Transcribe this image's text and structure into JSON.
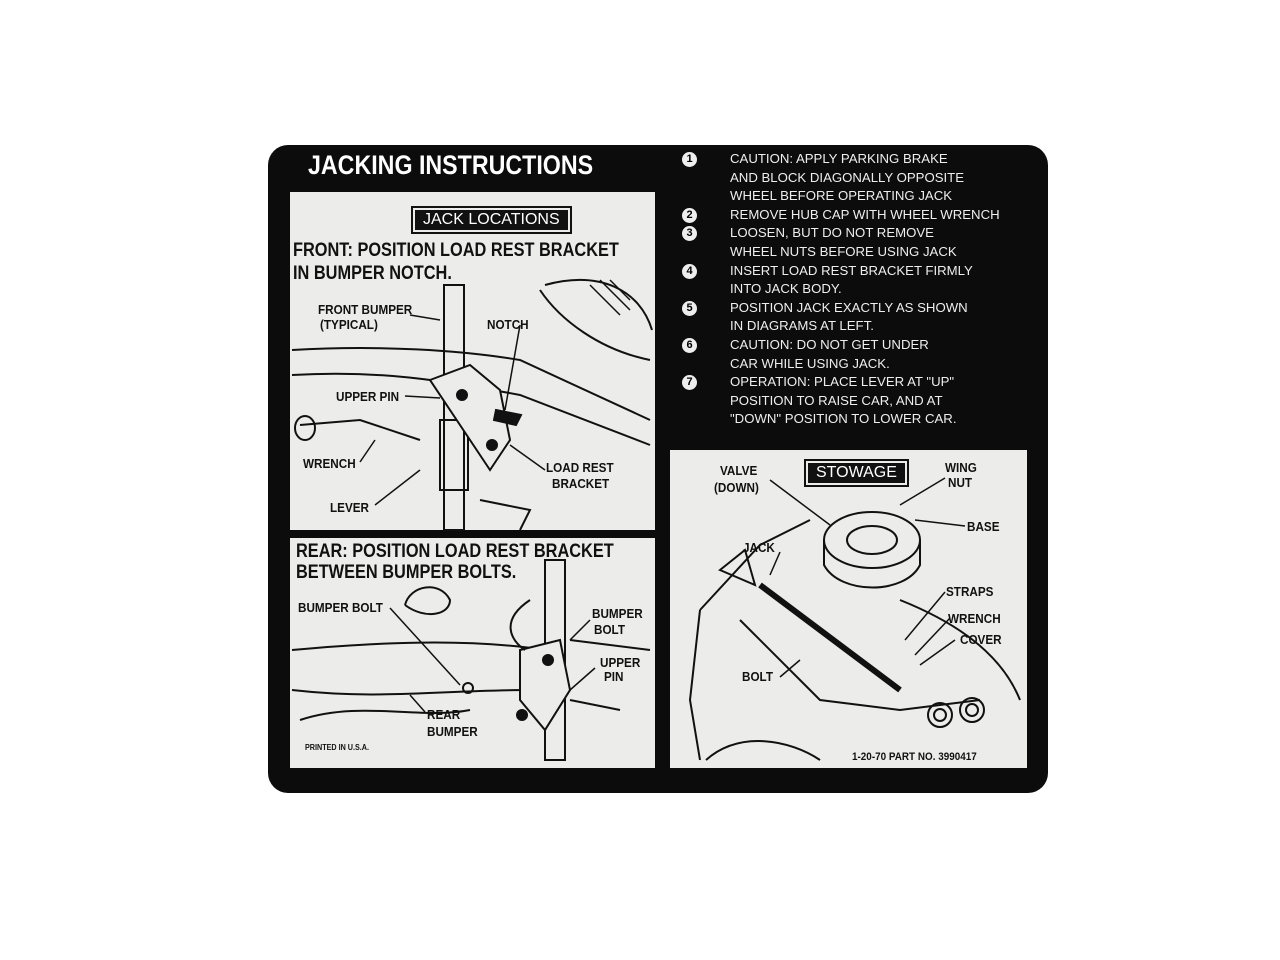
{
  "title": "JACKING INSTRUCTIONS",
  "front_panel": {
    "header": "JACK LOCATIONS",
    "heading_line1": "FRONT: POSITION LOAD REST BRACKET",
    "heading_line2": "IN BUMPER NOTCH.",
    "labels": {
      "front_bumper": "FRONT BUMPER",
      "typical": "(TYPICAL)",
      "notch": "NOTCH",
      "upper_pin": "UPPER PIN",
      "wrench": "WRENCH",
      "lever": "LEVER",
      "load_rest_bracket_1": "LOAD REST",
      "load_rest_bracket_2": "BRACKET"
    }
  },
  "rear_panel": {
    "heading_line1": "REAR: POSITION LOAD REST BRACKET",
    "heading_line2": "BETWEEN BUMPER BOLTS.",
    "labels": {
      "bumper_bolt_left": "BUMPER BOLT",
      "bumper_bolt_right_1": "BUMPER",
      "bumper_bolt_right_2": "BOLT",
      "upper_pin_1": "UPPER",
      "upper_pin_2": "PIN",
      "rear_bumper_1": "REAR",
      "rear_bumper_2": "BUMPER"
    },
    "printed": "PRINTED IN U.S.A."
  },
  "stowage_panel": {
    "header": "STOWAGE",
    "labels": {
      "valve_1": "VALVE",
      "valve_2": "(DOWN)",
      "wing_nut_1": "WING",
      "wing_nut_2": "NUT",
      "base": "BASE",
      "jack": "JACK",
      "straps": "STRAPS",
      "wrench": "WRENCH",
      "cover": "COVER",
      "bolt": "BOLT"
    },
    "part_line": "1-20-70  PART NO. 3990417"
  },
  "instructions": [
    {
      "num": "1",
      "lines": [
        "CAUTION: APPLY PARKING BRAKE",
        "AND BLOCK DIAGONALLY OPPOSITE",
        "WHEEL BEFORE OPERATING JACK"
      ]
    },
    {
      "num": "2",
      "lines": [
        "REMOVE HUB CAP WITH WHEEL WRENCH"
      ]
    },
    {
      "num": "3",
      "lines": [
        "LOOSEN, BUT DO NOT REMOVE",
        "WHEEL NUTS BEFORE USING JACK"
      ]
    },
    {
      "num": "4",
      "lines": [
        "INSERT LOAD REST BRACKET FIRMLY",
        "INTO JACK BODY."
      ]
    },
    {
      "num": "5",
      "lines": [
        "POSITION JACK EXACTLY AS SHOWN",
        "IN DIAGRAMS AT LEFT."
      ]
    },
    {
      "num": "6",
      "lines": [
        "CAUTION: DO NOT GET UNDER",
        "CAR WHILE USING JACK."
      ]
    },
    {
      "num": "7",
      "lines": [
        "OPERATION: PLACE LEVER AT \"UP\"",
        "POSITION TO RAISE CAR, AND AT",
        "\"DOWN\" POSITION TO LOWER CAR."
      ]
    }
  ],
  "colors": {
    "decal": "#0c0c0c",
    "panel": "#ececea",
    "ink": "#111111"
  }
}
